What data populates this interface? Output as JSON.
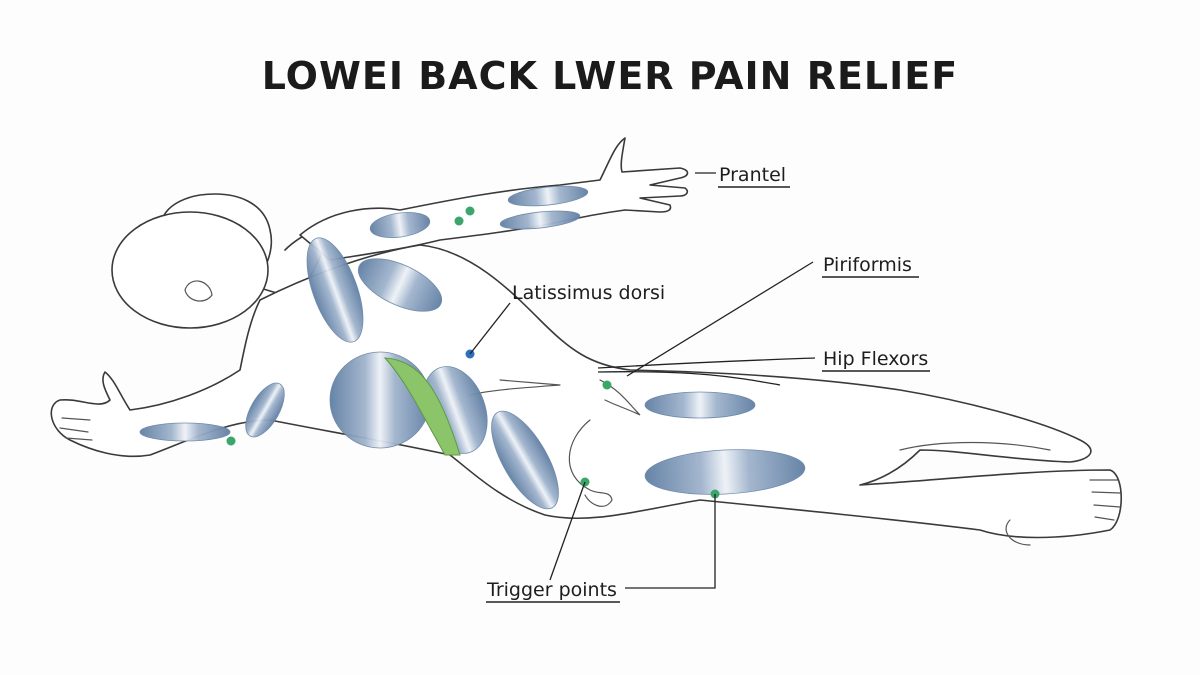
{
  "title": "LOWEI BACK LWER PAIN RELIEF",
  "labels": {
    "prantel": "Prantel",
    "piriformis": "Piriformis",
    "latissimus": "Latissimus dorsi",
    "hip_flexors": "Hip Flexors",
    "trigger_points": "Trigger points"
  },
  "colors": {
    "muscle": "#7f98b8",
    "highlight": "#8cc46a",
    "trigger_dot": "#3aa66a",
    "lat_dot": "#2f6fc0"
  }
}
